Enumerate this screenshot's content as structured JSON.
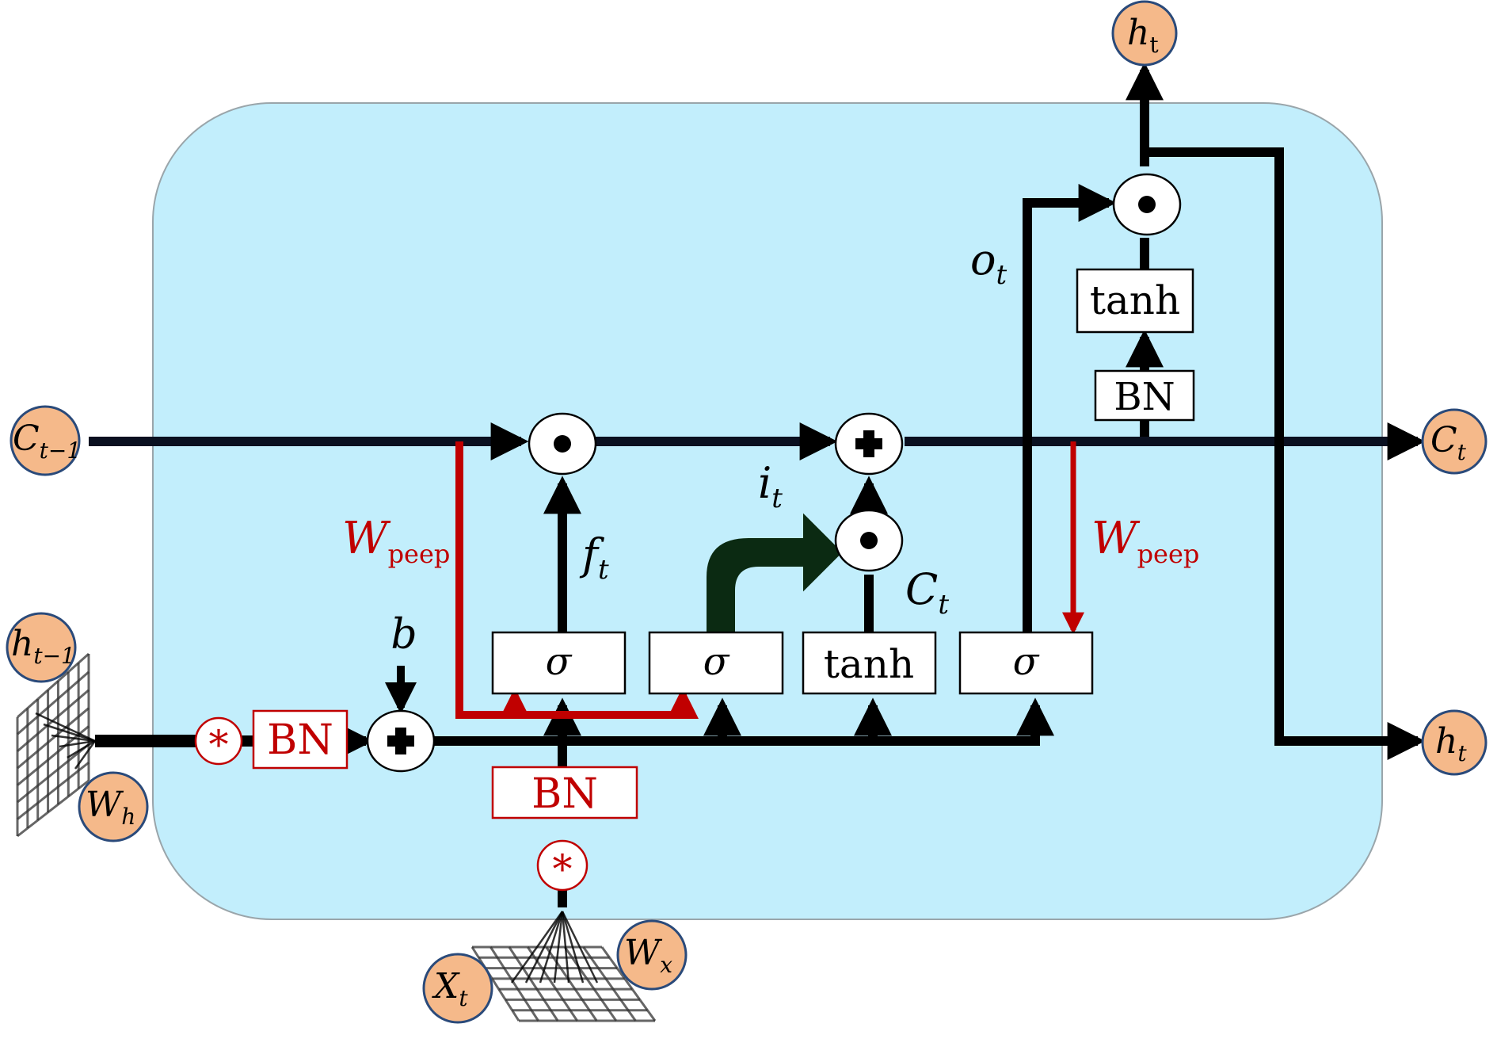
{
  "colors": {
    "cell_fill": "#c2eefc",
    "cell_stroke": "#9aa5aa",
    "line": "#000000",
    "peephole": "#c00000",
    "node_fill": "#f5b98a",
    "node_stroke": "#2a4a7a",
    "input_gate_arrow": "#0b2a12"
  },
  "nodes": {
    "h_top": {
      "base": "h",
      "sub": "t"
    },
    "c_prev": {
      "base": "C",
      "sub": "t−1"
    },
    "c_next": {
      "base": "C",
      "sub": "t"
    },
    "h_prev": {
      "base": "h",
      "sub": "t−1"
    },
    "w_h": {
      "base": "W",
      "sub": "h"
    },
    "h_out": {
      "base": "h",
      "sub": "t"
    },
    "x_t": {
      "base": "X",
      "sub": "t"
    },
    "w_x": {
      "base": "W",
      "sub": "x"
    }
  },
  "labels": {
    "b": "b",
    "f_t": {
      "base": "f",
      "sub": "t"
    },
    "i_t": {
      "base": "i",
      "sub": "t"
    },
    "c_t": {
      "base": "C",
      "sub": "t"
    },
    "o_t": {
      "base": "o",
      "sub": "t"
    },
    "w_peep_left": {
      "base": "W",
      "sub": "peep"
    },
    "w_peep_right": {
      "base": "W",
      "sub": "peep"
    }
  },
  "boxes": {
    "sigma_forget": "σ",
    "sigma_input": "σ",
    "tanh_candidate": "tanh",
    "sigma_output": "σ",
    "tanh_output": "tanh",
    "bn_output": "BN",
    "bn_hidden": "BN",
    "bn_input": "BN"
  },
  "operators": {
    "hadamard": "●",
    "add": "✚",
    "conv": "*"
  }
}
